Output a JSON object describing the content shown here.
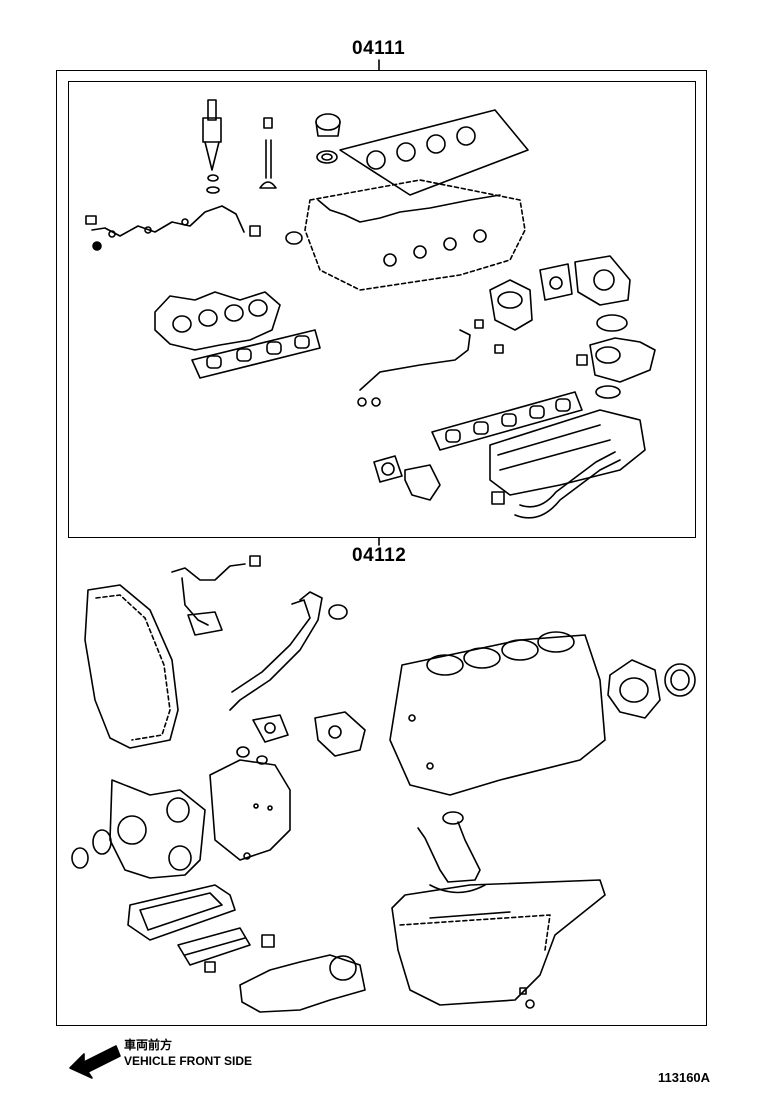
{
  "labels": {
    "kit_upper": "04111",
    "kit_lower": "04112"
  },
  "direction": {
    "japanese": "車両前方",
    "english": "VEHICLE FRONT SIDE",
    "icon": "arrow-left-icon"
  },
  "figure_code": "113160A"
}
